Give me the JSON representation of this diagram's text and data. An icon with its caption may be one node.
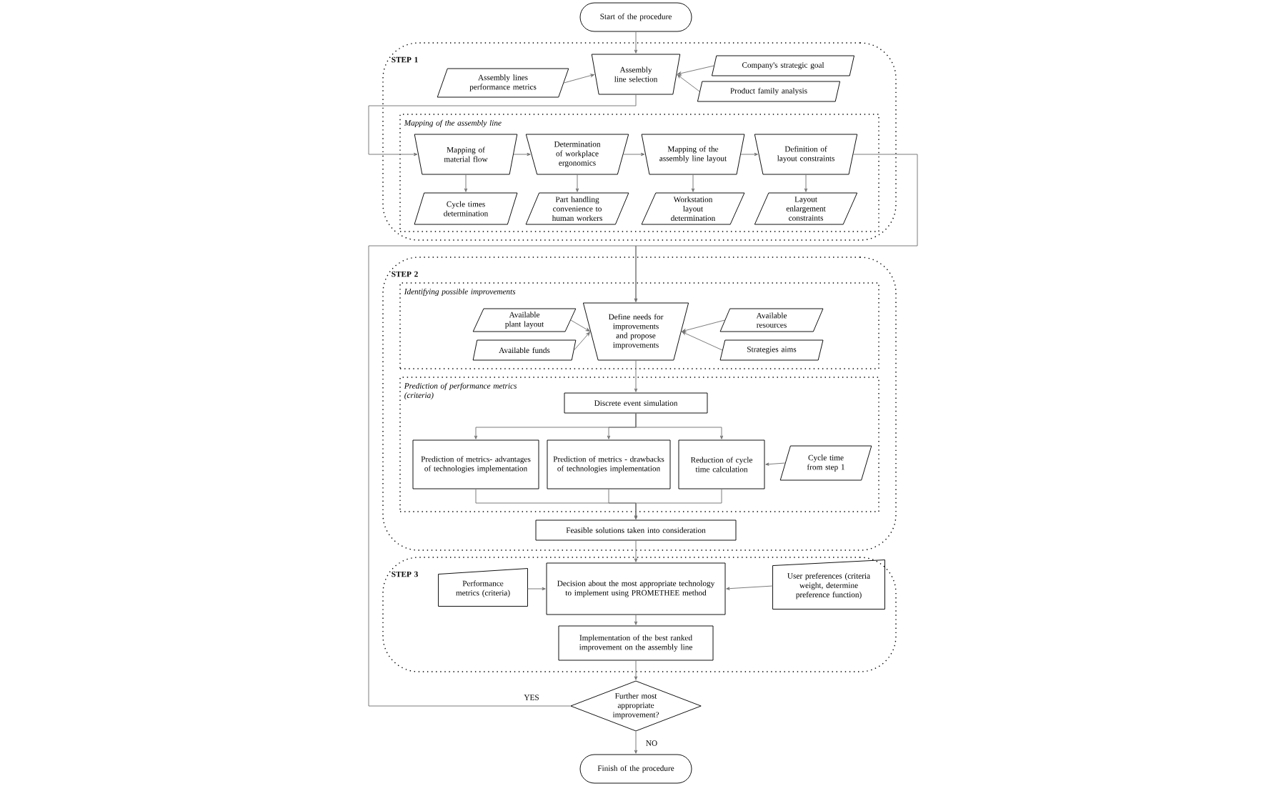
{
  "diagram": {
    "nodes": [
      {
        "text": [
          "Start of the procedure"
        ]
      },
      {
        "text": [
          "STEP 1"
        ]
      },
      {
        "text": [
          "Assembly lines performance metrics"
        ],
        "in": 1
      },
      {
        "text": [
          "Assembly line selection"
        ],
        "in": 1
      },
      {
        "text": [
          "Company's strategic goal"
        ],
        "in": 1
      },
      {
        "text": [
          "Product family analysis"
        ],
        "in": 1
      },
      {
        "text": [
          "Mapping of the assembly line"
        ],
        "in": 1
      },
      {
        "text": [
          "Mapping of material flow"
        ],
        "in": 6
      },
      {
        "text": [
          "Determination of workplace ergonomics"
        ],
        "in": 6
      },
      {
        "text": [
          "Mapping of the assembly line layout"
        ],
        "in": 6
      },
      {
        "text": [
          "Definition of layout constraints"
        ],
        "in": 6
      },
      {
        "text": [
          "Cycle times determination"
        ],
        "in": 6
      },
      {
        "text": [
          "Part handling convenience to human workers"
        ],
        "in": 6
      },
      {
        "text": [
          "Workstation layout determination"
        ],
        "in": 6
      },
      {
        "text": [
          "Layout enlargement constraints"
        ],
        "in": 6
      },
      {
        "text": [
          "STEP 2"
        ]
      },
      {
        "text": [
          "Identifying possible improvements"
        ],
        "in": 15
      },
      {
        "text": [
          "Available plant layout"
        ],
        "in": 16
      },
      {
        "text": [
          "Available funds"
        ],
        "in": 16
      },
      {
        "text": [
          "Define needs for improvements and propose improvements"
        ],
        "in": 16
      },
      {
        "text": [
          "Available resources"
        ],
        "in": 16
      },
      {
        "text": [
          "Strategies aims"
        ],
        "in": 16
      },
      {
        "text": [
          "Prediction of performance metrics (criteria)"
        ],
        "in": 15
      },
      {
        "text": [
          "Discrete event simulation"
        ],
        "in": 22
      },
      {
        "text": [
          "Prediction of metrics- advantages of technologies implementation"
        ],
        "in": 22
      },
      {
        "text": [
          "Prediction of metrics - drawbacks of technologies implementation"
        ],
        "in": 22
      },
      {
        "text": [
          "Reduction of cycle time calculation"
        ],
        "in": 22
      },
      {
        "text": [
          "Cycle time from step 1"
        ],
        "in": 22
      },
      {
        "text": [
          "Feasible solutions taken into consideration"
        ],
        "in": 15
      },
      {
        "text": [
          "STEP 3"
        ]
      },
      {
        "text": [
          "Performance metrics (criteria)"
        ],
        "in": 29
      },
      {
        "text": [
          "Decision about the most appropriate technology to implement using PROMETHEE method"
        ],
        "in": 29
      },
      {
        "text": [
          "User preferences (criteria weight, determine preference function)"
        ],
        "in": 29
      },
      {
        "text": [
          "Implementation of the best ranked improvement on the assembly line"
        ],
        "in": 29
      },
      {
        "text": [
          "Further most appropriate improvement?"
        ]
      },
      {
        "text": [
          "Finish of the procedure"
        ]
      }
    ],
    "edges": [
      {
        "from": 0,
        "to": 3,
        "arrow": "to"
      },
      {
        "from": 2,
        "to": 3,
        "arrow": "to"
      },
      {
        "from": 4,
        "to": 3,
        "arrow": "to"
      },
      {
        "from": 5,
        "to": 3,
        "arrow": "to"
      },
      {
        "from": 3,
        "to": 7,
        "arrow": "to"
      },
      {
        "from": 7,
        "to": 8,
        "arrow": "to"
      },
      {
        "from": 8,
        "to": 9,
        "arrow": "to"
      },
      {
        "from": 9,
        "to": 10,
        "arrow": "to"
      },
      {
        "from": 7,
        "to": 11,
        "arrow": "to"
      },
      {
        "from": 8,
        "to": 12,
        "arrow": "to"
      },
      {
        "from": 9,
        "to": 13,
        "arrow": "to"
      },
      {
        "from": 10,
        "to": 14,
        "arrow": "to"
      },
      {
        "from": 10,
        "to": 19,
        "arrow": "to"
      },
      {
        "from": 17,
        "to": 19,
        "arrow": "to"
      },
      {
        "from": 18,
        "to": 19,
        "arrow": "to"
      },
      {
        "from": 20,
        "to": 19,
        "arrow": "to"
      },
      {
        "from": 21,
        "to": 19,
        "arrow": "to"
      },
      {
        "from": 19,
        "to": 23,
        "arrow": "to"
      },
      {
        "from": 23,
        "to": 24,
        "arrow": "to"
      },
      {
        "from": 23,
        "to": 25,
        "arrow": "to"
      },
      {
        "from": 23,
        "to": 26,
        "arrow": "to"
      },
      {
        "from": 27,
        "to": 26,
        "arrow": "to"
      },
      {
        "from": 24,
        "to": 28,
        "arrow": "to"
      },
      {
        "from": 25,
        "to": 28,
        "arrow": "to"
      },
      {
        "from": 26,
        "to": 28,
        "arrow": "to"
      },
      {
        "from": 28,
        "to": 31,
        "arrow": "to"
      },
      {
        "from": 30,
        "to": 31,
        "arrow": "to"
      },
      {
        "from": 32,
        "to": 31,
        "arrow": "to"
      },
      {
        "from": 31,
        "to": 33,
        "arrow": "to"
      },
      {
        "from": 33,
        "to": 34,
        "arrow": "to"
      },
      {
        "from": 34,
        "to": 19,
        "label": "YES",
        "arrow": "to"
      },
      {
        "from": 34,
        "to": 35,
        "label": "NO",
        "arrow": "to"
      }
    ]
  }
}
